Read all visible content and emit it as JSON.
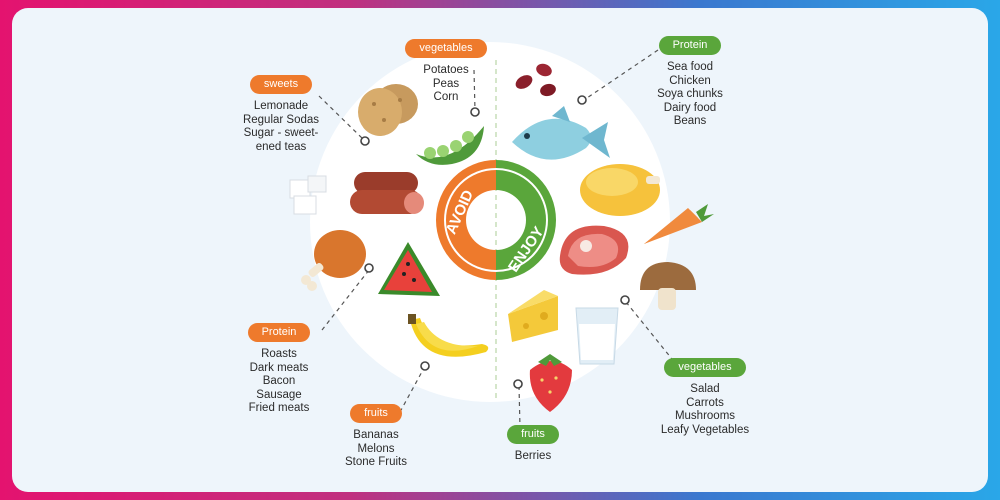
{
  "colors": {
    "avoid": "#ee7a2c",
    "enjoy": "#5aa63b",
    "card": "#eef5fb"
  },
  "center": {
    "avoid_label": "AVOID",
    "enjoy_label": "ENJOY"
  },
  "groups": {
    "sweets": {
      "tag": "sweets",
      "items": [
        "Lemonade",
        "Regular Sodas",
        "Sugar - sweet-",
        "ened teas"
      ]
    },
    "avoid_vegetables": {
      "tag": "vegetables",
      "items": [
        "Potatoes",
        "Peas",
        "Corn"
      ]
    },
    "avoid_protein": {
      "tag": "Protein",
      "items": [
        "Roasts",
        "Dark meats",
        "Bacon",
        "Sausage",
        "Fried meats"
      ]
    },
    "avoid_fruits": {
      "tag": "fruits",
      "items": [
        "Bananas",
        "Melons",
        "Stone Fruits"
      ]
    },
    "enjoy_protein": {
      "tag": "Protein",
      "items": [
        "Sea food",
        "Chicken",
        "Soya chunks",
        "Dairy food",
        "Beans"
      ]
    },
    "enjoy_vegetables": {
      "tag": "vegetables",
      "items": [
        "Salad",
        "Carrots",
        "Mushrooms",
        "Leafy Vegetables"
      ]
    },
    "enjoy_fruits": {
      "tag": "fruits",
      "items": [
        "Berries"
      ]
    }
  },
  "icons": {
    "avoid_side": [
      "potatoes-icon",
      "peas-icon",
      "sugar-cubes-icon",
      "sausage-icon",
      "chicken-leg-icon",
      "watermelon-icon",
      "banana-icon"
    ],
    "enjoy_side": [
      "beans-icon",
      "fish-icon",
      "roast-chicken-icon",
      "carrot-icon",
      "steak-icon",
      "mushroom-icon",
      "cheese-icon",
      "milk-glass-icon",
      "strawberry-icon"
    ]
  }
}
